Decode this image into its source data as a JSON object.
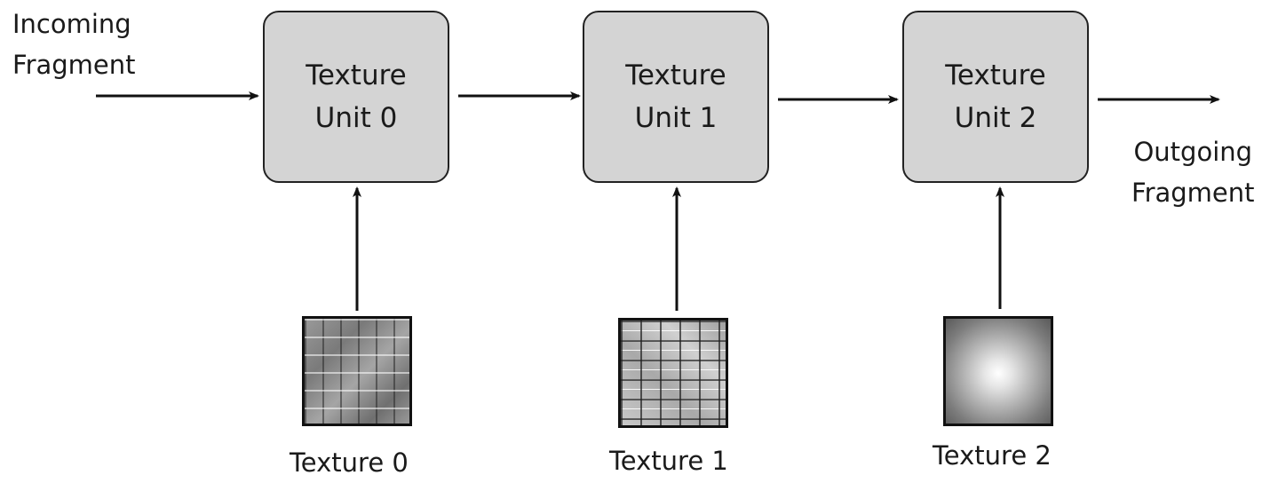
{
  "input_label": [
    "Incoming",
    "Fragment"
  ],
  "output_label": [
    "Outgoing",
    "Fragment"
  ],
  "units": [
    {
      "line1": "Texture",
      "line2": "Unit 0"
    },
    {
      "line1": "Texture",
      "line2": "Unit 1"
    },
    {
      "line1": "Texture",
      "line2": "Unit 2"
    }
  ],
  "textures": [
    {
      "label": "Texture 0",
      "pattern": "stone-tiles"
    },
    {
      "label": "Texture 1",
      "pattern": "embossed-tiles"
    },
    {
      "label": "Texture 2",
      "pattern": "radial-light-spot"
    }
  ],
  "colors": {
    "unit_fill": "#d4d4d4",
    "stroke": "#222222"
  }
}
